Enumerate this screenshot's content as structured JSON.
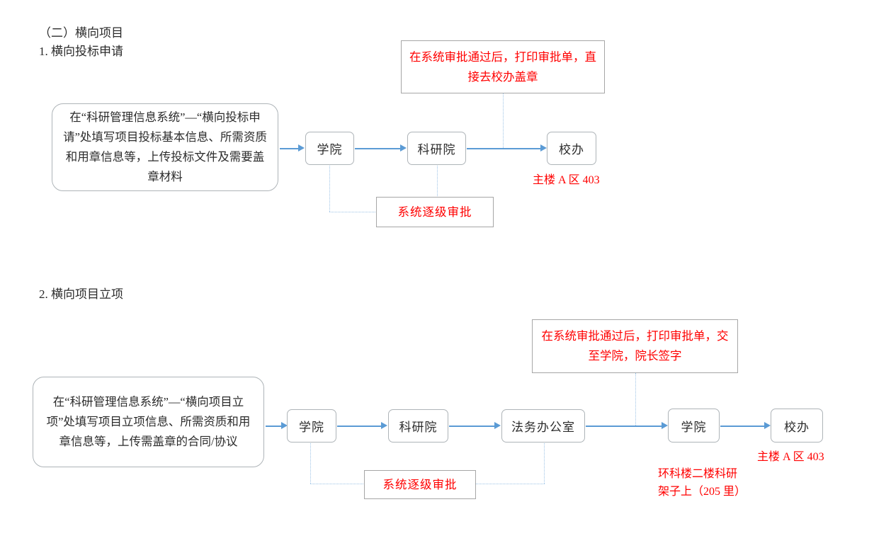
{
  "document": {
    "section_title": "（二）横向项目",
    "flows": [
      {
        "id": "flow-1",
        "heading": "1. 横向投标申请",
        "description": "在“科研管理信息系统”—“横向投标申请”处填写项目投标基本信息、所需资质和用章信息等，上传投标文件及需要盖章材料",
        "nodes": [
          {
            "label": "学院"
          },
          {
            "label": "科研院"
          },
          {
            "label": "校办"
          }
        ],
        "callouts": [
          {
            "id": "print-approval",
            "text": "在系统审批通过后，打印审批单，直接去校办盖章"
          },
          {
            "id": "system-approval",
            "text": "系统逐级审批"
          }
        ],
        "annotations": [
          {
            "id": "xiaoban-location",
            "text": "主楼 A 区 403"
          }
        ]
      },
      {
        "id": "flow-2",
        "heading": "2. 横向项目立项",
        "description": "在“科研管理信息系统”—“横向项目立项”处填写项目立项信息、所需资质和用章信息等，上传需盖章的合同/协议",
        "nodes": [
          {
            "label": "学院"
          },
          {
            "label": "科研院"
          },
          {
            "label": "法务办公室"
          },
          {
            "label": "学院"
          },
          {
            "label": "校办"
          }
        ],
        "callouts": [
          {
            "id": "print-approval",
            "text": "在系统审批通过后，打印审批单，交至学院，院长签字"
          },
          {
            "id": "system-approval",
            "text": "系统逐级审批"
          }
        ],
        "annotations": [
          {
            "id": "xiaoban-location",
            "text": "主楼 A 区 403"
          },
          {
            "id": "xueyuan-location-line1",
            "text": "环科楼二楼科研"
          },
          {
            "id": "xueyuan-location-line2",
            "text": "架子上（205 里）"
          }
        ]
      }
    ]
  },
  "colors": {
    "accent_arrow": "#5b9bd5",
    "dotted_connector": "#9dc3e6",
    "callout_text": "#ff0000",
    "box_border": "#aeb4b8",
    "body_text": "#2b2b2b"
  }
}
